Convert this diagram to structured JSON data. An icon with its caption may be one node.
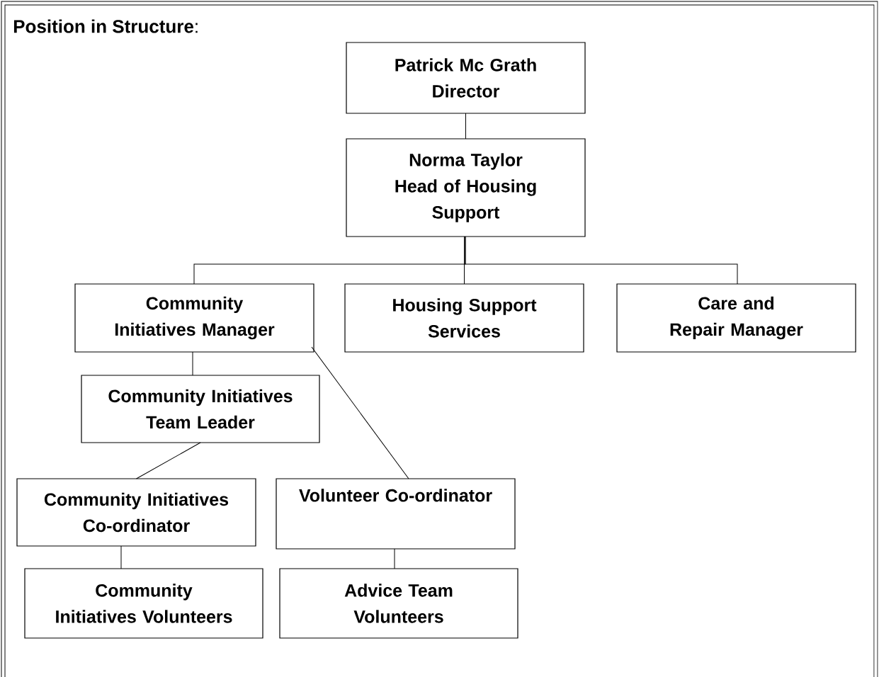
{
  "diagram": {
    "title": "**Position in Structure**:",
    "nodes": [
      {
        "text": [
          "Patrick Mc Grath",
          "Director"
        ]
      },
      {
        "text": [
          "Norma Taylor",
          "Head of Housing Support"
        ]
      },
      {
        "text": [
          "Community Initiatives Manager"
        ]
      },
      {
        "text": [
          "Housing Support Services"
        ]
      },
      {
        "text": [
          "Care and Repair Manager"
        ]
      },
      {
        "text": [
          "Community Initiatives Team Leader"
        ]
      },
      {
        "text": [
          "Community Initiatives Co-ordinator"
        ]
      },
      {
        "text": [
          "Volunteer Co-ordinator"
        ]
      },
      {
        "text": [
          "Community Initiatives Volunteers"
        ]
      },
      {
        "text": [
          "Advice Team Volunteers"
        ]
      }
    ],
    "edges": [
      {
        "from": 0,
        "to": 1,
        "arrow": "none"
      },
      {
        "from": 1,
        "to": 2,
        "arrow": "none"
      },
      {
        "from": 1,
        "to": 3,
        "arrow": "none"
      },
      {
        "from": 1,
        "to": 4,
        "arrow": "none"
      },
      {
        "from": 2,
        "to": 5,
        "arrow": "none"
      },
      {
        "from": 2,
        "to": 7,
        "arrow": "none"
      },
      {
        "from": 5,
        "to": 6,
        "arrow": "none"
      },
      {
        "from": 6,
        "to": 8,
        "arrow": "none"
      },
      {
        "from": 7,
        "to": 9,
        "arrow": "none"
      }
    ]
  }
}
